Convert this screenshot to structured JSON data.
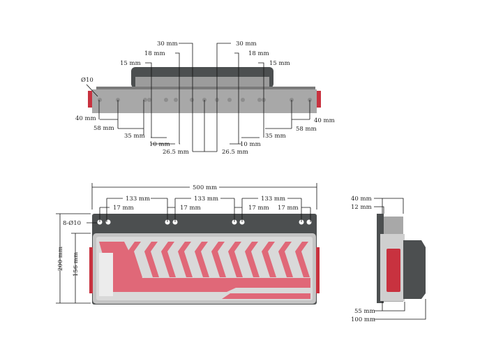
{
  "top_view": {
    "hole_label": "Ø10",
    "left": {
      "d30": "30 mm",
      "d18": "18 mm",
      "d15": "15 mm",
      "d40": "40 mm",
      "d58": "58 mm",
      "d35": "35 mm",
      "d10": "10 mm",
      "d26": "26.5 mm"
    },
    "right": {
      "d30": "30 mm",
      "d18": "18 mm",
      "d15": "15 mm",
      "d40": "40 mm",
      "d58": "58 mm",
      "d35": "35 mm",
      "d10": "10 mm",
      "d26": "26.5 mm"
    }
  },
  "front_view": {
    "width": "500 mm",
    "spacing": [
      "133 mm",
      "133 mm",
      "133 mm"
    ],
    "pair_gap": [
      "17 mm",
      "17 mm",
      "17 mm",
      "17 mm"
    ],
    "holes": "8-Ø10",
    "height_total": "200 mm",
    "height_lens": "156 mm"
  },
  "side_view": {
    "d40": "40 mm",
    "d12": "12 mm",
    "d55": "55 mm",
    "d100": "100 mm"
  },
  "colors": {
    "body": "#9a9a9a",
    "dark": "#4c4f50",
    "lens": "#cfcfcf",
    "red": "#e06878",
    "cap": "#c8323f"
  }
}
